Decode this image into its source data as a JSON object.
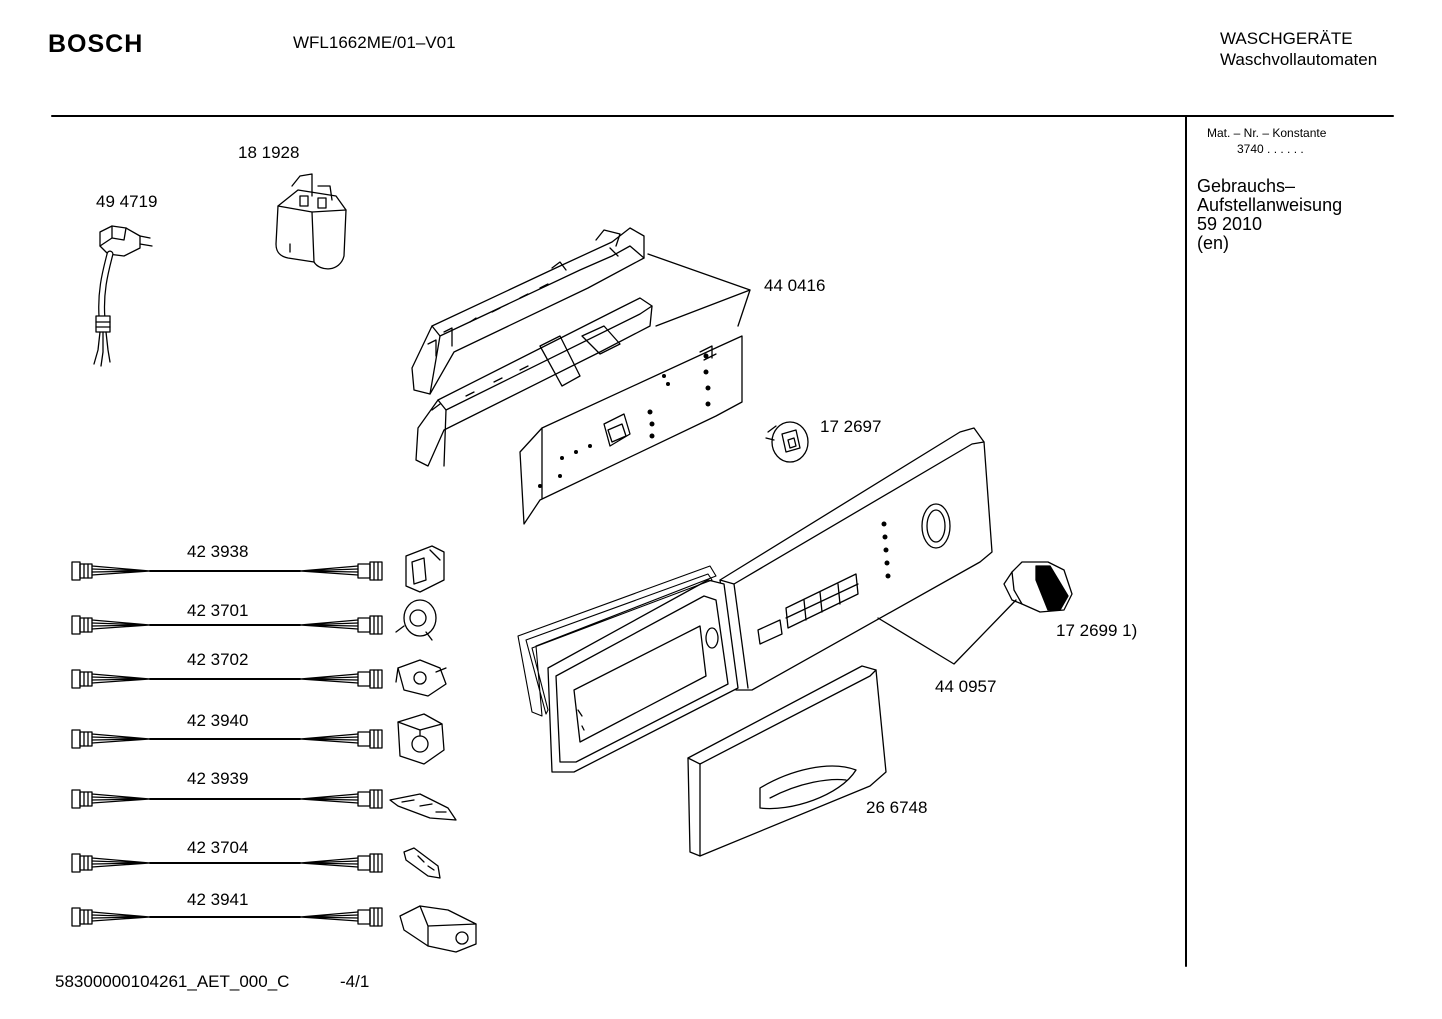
{
  "header": {
    "brand": "BOSCH",
    "model": "WFL1662ME/01–V01",
    "category_line1": "WASCHGERÄTE",
    "category_line2": "Waschvollautomaten"
  },
  "sidebar": {
    "heading_line1": "Mat. – Nr. – Konstante",
    "heading_line2": "3740  .   .    .  .  .  .",
    "doc_line1": "Gebrauchs–",
    "doc_line2": "Aufstellanweisung",
    "doc_line3": "59 2010",
    "doc_line4": "(en)"
  },
  "parts": {
    "power_cord": "49 4719",
    "suppressor": "18 1928",
    "control_module": "44 0416",
    "knob_spindle": "17 2697",
    "selector_knob": "17 2699 1)",
    "fascia_panel": "44 0957",
    "dispenser_handle": "26 6748",
    "harness_1": "42 3938",
    "harness_2": "42 3701",
    "harness_3": "42 3702",
    "harness_4": "42 3940",
    "harness_5": "42 3939",
    "harness_6": "42 3704",
    "harness_7": "42 3941"
  },
  "footer": {
    "doc_code": "58300000104261_AET_000_C",
    "page": "-4/1"
  }
}
